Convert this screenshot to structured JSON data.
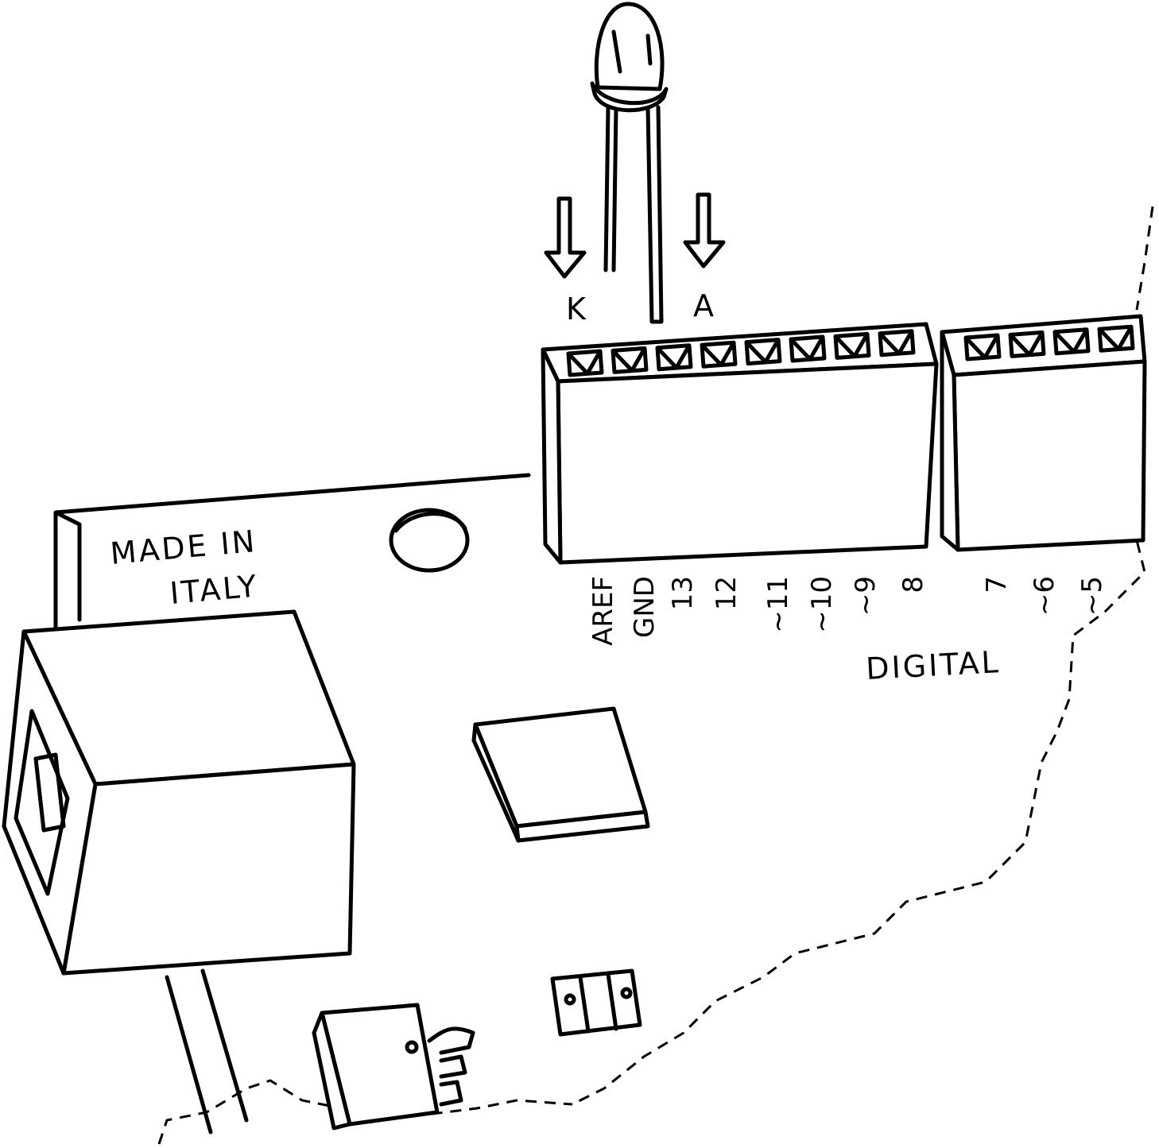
{
  "led": {
    "cathode_label": "K",
    "anode_label": "A"
  },
  "board": {
    "made_in_line1": "MADE IN",
    "made_in_line2": "ITALY"
  },
  "header": {
    "section_label": "DIGITAL",
    "pins": [
      "AREF",
      "GND",
      "13",
      "12",
      "~11",
      "~10",
      "~9",
      "8",
      "7",
      "~6",
      "~5"
    ]
  }
}
